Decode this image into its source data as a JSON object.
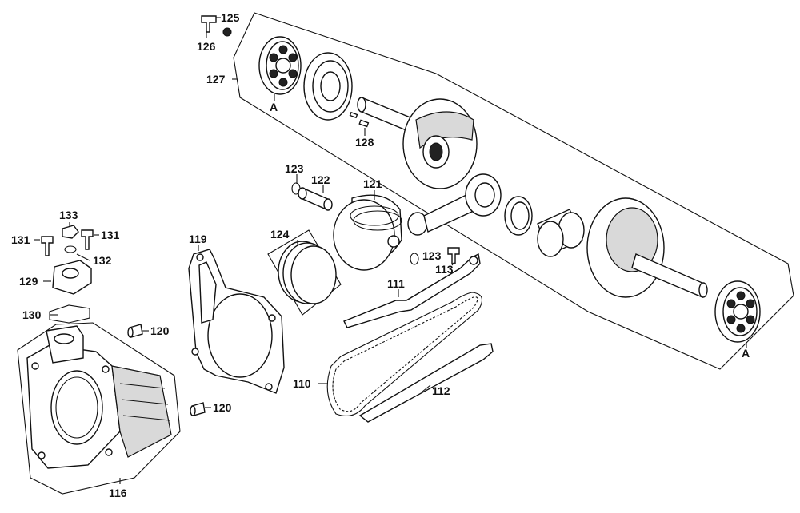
{
  "diagram": {
    "labels": {
      "p110": "110",
      "p111": "111",
      "p112": "112",
      "p113": "113",
      "p116": "116",
      "p119": "119",
      "p120a": "120",
      "p120b": "120",
      "p121": "121",
      "p122": "122",
      "p123a": "123",
      "p123b": "123",
      "p124": "124",
      "p125": "125",
      "p126": "126",
      "p127": "127",
      "p128": "128",
      "p129": "129",
      "p130": "130",
      "p131a": "131",
      "p131b": "131",
      "p132": "132",
      "p133": "133",
      "ref_a_top": "A",
      "ref_a_bottom": "A"
    },
    "colors": {
      "line": "#111111",
      "fill": "#ffffff",
      "shade": "#d9d9d9"
    }
  }
}
